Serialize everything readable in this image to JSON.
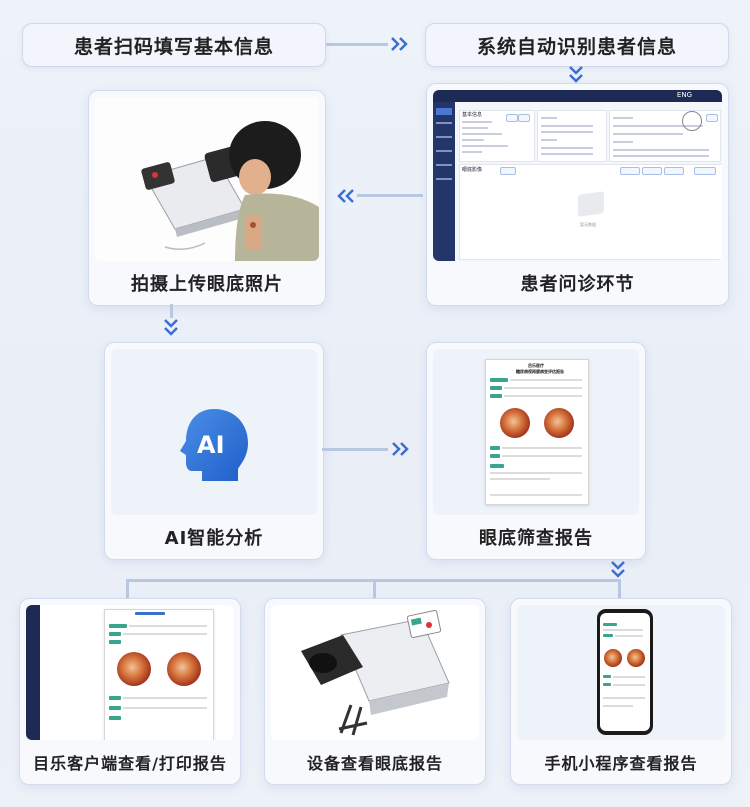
{
  "steps": {
    "scan_qr": "患者扫码填写基本信息",
    "auto_identify": "系统自动识别患者信息",
    "inquiry": "患者问诊环节",
    "capture": "拍摄上传眼底照片",
    "ai_analysis": "AI智能分析",
    "report": "眼底筛查报告",
    "client_view": "目乐客户端查看/打印报告",
    "device_view": "设备查看眼底报告",
    "mini_program": "手机小程序查看报告"
  },
  "ai_icon_text": "AI",
  "ui_screenshot": {
    "lang": "ENG",
    "section_basic": "基本信息",
    "section_fundus": "眼底影像",
    "no_data": "暂无数据"
  },
  "report_doc": {
    "org": "目乐医疗",
    "title": "糖尿病视网膜病变评估报告"
  },
  "colors": {
    "connector": "#b9c8e2",
    "chevron": "#3b6fd0",
    "accent_green": "#3aa58f",
    "ai_blue": "#2f72d8"
  }
}
